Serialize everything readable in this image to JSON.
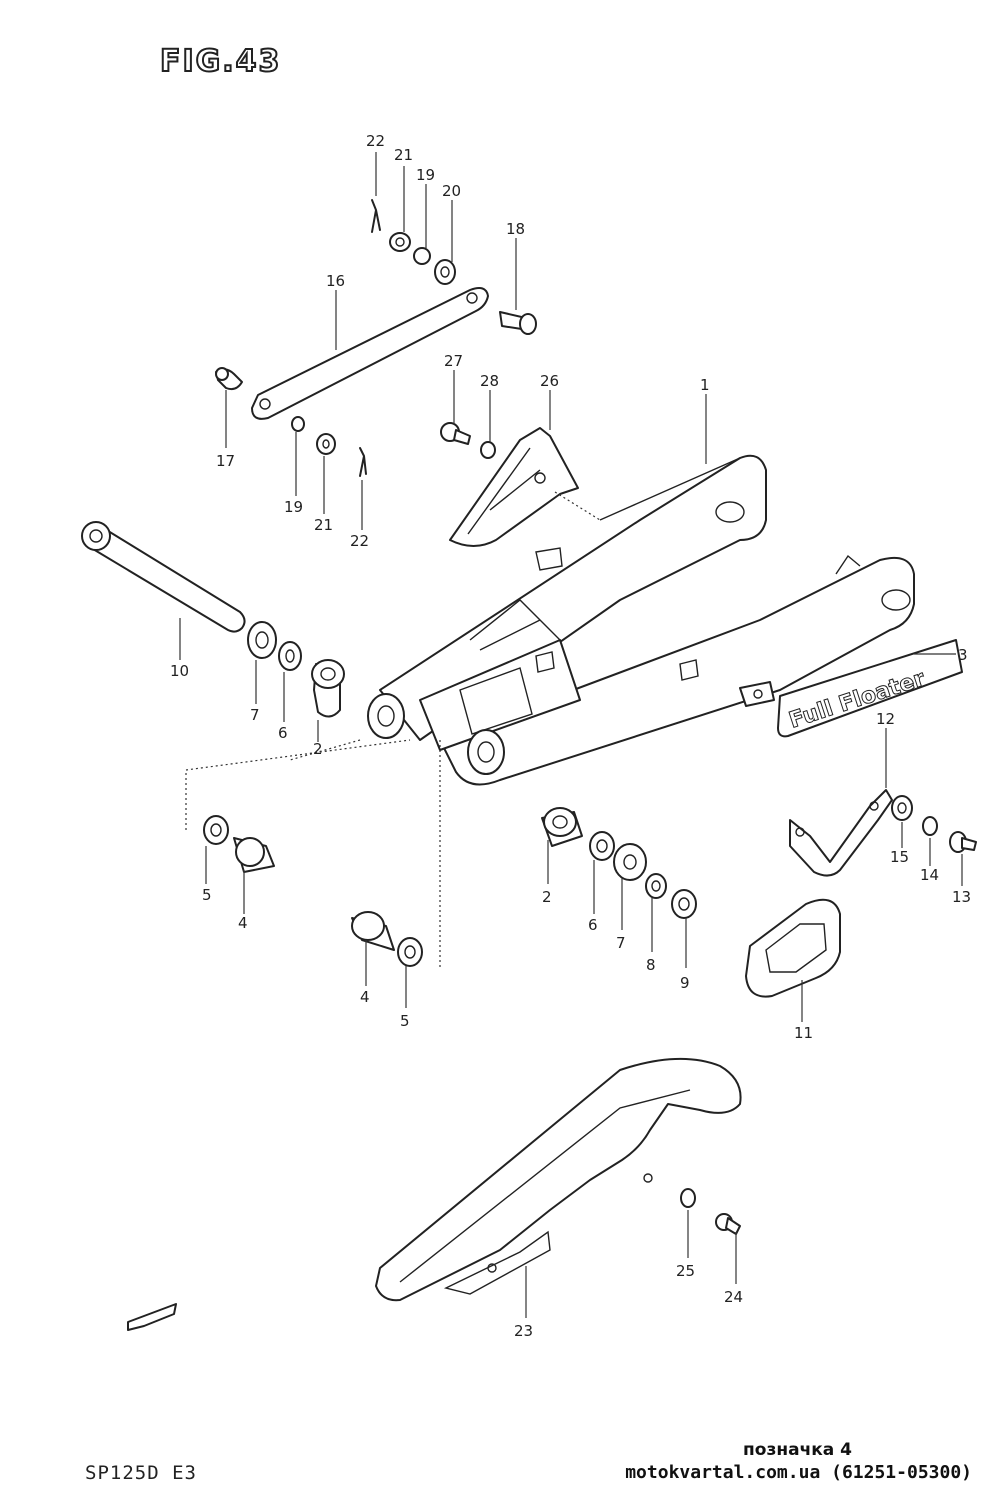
{
  "figure": {
    "title": "FIG.43",
    "model": "SP125D E3",
    "mark": "позначка 4",
    "site": "motokvartal.com.ua (61251-05300)",
    "decal_text": "Full Floater"
  },
  "callouts": [
    "1",
    "2",
    "2",
    "3",
    "4",
    "4",
    "5",
    "5",
    "6",
    "6",
    "7",
    "7",
    "8",
    "9",
    "10",
    "11",
    "12",
    "13",
    "14",
    "15",
    "16",
    "17",
    "18",
    "19",
    "19",
    "20",
    "21",
    "21",
    "22",
    "22",
    "23",
    "24",
    "25",
    "26",
    "27",
    "28"
  ]
}
